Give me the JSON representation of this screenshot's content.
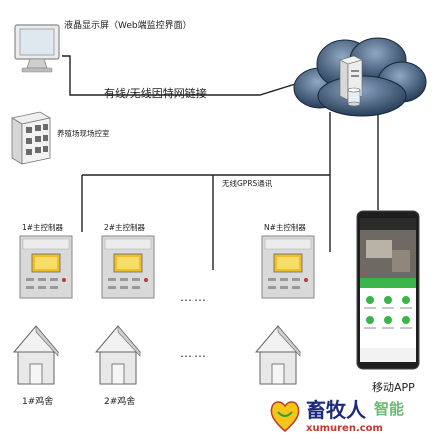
{
  "labels": {
    "monitor": "液晶显示屏（Web端监控界面）",
    "site_control_room": "养殖场现场控室",
    "network_link": "有线/无线因特网链接",
    "wireless_gprs": "无线GPRS通讯",
    "controller_1": "1#主控制器",
    "controller_2": "2#主控制器",
    "controller_n": "N#主控制器",
    "house_1": "1#鸡舍",
    "house_2": "2#鸡舍",
    "mobile_app": "移动APP",
    "dots_controllers": "……",
    "dots_houses": "……"
  },
  "watermark": {
    "brand_cn": "畜牧人",
    "brand_url": "xumuren.com",
    "brand_suffix": "智能"
  },
  "colors": {
    "line": "#222222",
    "cloud_dark": "#1f3550",
    "cloud_light": "#7f98b4",
    "controller_panel": "#d9d9d9",
    "controller_screen": "#f0c020",
    "house_wall": "#e8e8e8",
    "phone_green": "#39b54a",
    "watermark_red": "#c0392b",
    "watermark_green": "#2e9e3a"
  },
  "icons": {
    "monitor": "desktop-monitor-icon",
    "building": "control-building-icon",
    "cloud": "cloud-server-icon",
    "controller": "control-cabinet-icon",
    "house": "poultry-house-icon",
    "phone": "smartphone-icon"
  }
}
